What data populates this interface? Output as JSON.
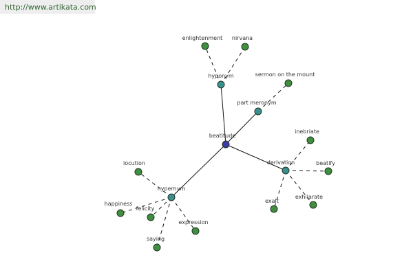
{
  "source": {
    "url": "http://www.artikata.com"
  },
  "colors": {
    "background": "#ffffff",
    "source_bar": "#eeeeee",
    "source_text": "#336633",
    "center_node": "#3a3aa8",
    "relation_node": "#3a8f8f",
    "leaf_node": "#3f8f3f",
    "node_stroke": "#223322",
    "edge": "#111111"
  },
  "graph": {
    "center": {
      "id": "beatitude",
      "label": "beatitude",
      "type": "center-node"
    },
    "relations": [
      {
        "id": "hyponym",
        "label": "hyponym",
        "type": "relation-node"
      },
      {
        "id": "part-meronym",
        "label": "part meronym",
        "type": "relation-node"
      },
      {
        "id": "derivation",
        "label": "derivation",
        "type": "relation-node"
      },
      {
        "id": "hypernym",
        "label": "hypernym",
        "type": "relation-node"
      }
    ],
    "leaves": [
      {
        "id": "enlightenment",
        "label": "enlightenment",
        "parent": "hyponym"
      },
      {
        "id": "nirvana",
        "label": "nirvana",
        "parent": "hyponym"
      },
      {
        "id": "sermon-on-the-mount",
        "label": "sermon on the mount",
        "parent": "part-meronym"
      },
      {
        "id": "inebriate",
        "label": "inebriate",
        "parent": "derivation"
      },
      {
        "id": "beatify",
        "label": "beatify",
        "parent": "derivation"
      },
      {
        "id": "exalt",
        "label": "exalt",
        "parent": "derivation"
      },
      {
        "id": "exhilarate",
        "label": "exhilarate",
        "parent": "derivation"
      },
      {
        "id": "locution",
        "label": "locution",
        "parent": "hypernym"
      },
      {
        "id": "happiness",
        "label": "happiness",
        "parent": "hypernym"
      },
      {
        "id": "felicity",
        "label": "felicity",
        "parent": "hypernym"
      },
      {
        "id": "expression",
        "label": "expression",
        "parent": "hypernym"
      },
      {
        "id": "saying",
        "label": "saying",
        "parent": "hypernym"
      }
    ],
    "edges": [
      {
        "from": "beatitude",
        "to": "hyponym",
        "style": "solid"
      },
      {
        "from": "beatitude",
        "to": "part-meronym",
        "style": "solid"
      },
      {
        "from": "beatitude",
        "to": "derivation",
        "style": "solid"
      },
      {
        "from": "beatitude",
        "to": "hypernym",
        "style": "solid"
      },
      {
        "from": "hyponym",
        "to": "enlightenment",
        "style": "dashed"
      },
      {
        "from": "hyponym",
        "to": "nirvana",
        "style": "dashed"
      },
      {
        "from": "part-meronym",
        "to": "sermon-on-the-mount",
        "style": "dashed"
      },
      {
        "from": "derivation",
        "to": "inebriate",
        "style": "dashed"
      },
      {
        "from": "derivation",
        "to": "beatify",
        "style": "dashed"
      },
      {
        "from": "derivation",
        "to": "exalt",
        "style": "dashed"
      },
      {
        "from": "derivation",
        "to": "exhilarate",
        "style": "dashed"
      },
      {
        "from": "hypernym",
        "to": "locution",
        "style": "dashed"
      },
      {
        "from": "hypernym",
        "to": "happiness",
        "style": "dashed"
      },
      {
        "from": "hypernym",
        "to": "felicity",
        "style": "dashed"
      },
      {
        "from": "hypernym",
        "to": "expression",
        "style": "dashed"
      },
      {
        "from": "hypernym",
        "to": "saying",
        "style": "dashed"
      }
    ]
  }
}
